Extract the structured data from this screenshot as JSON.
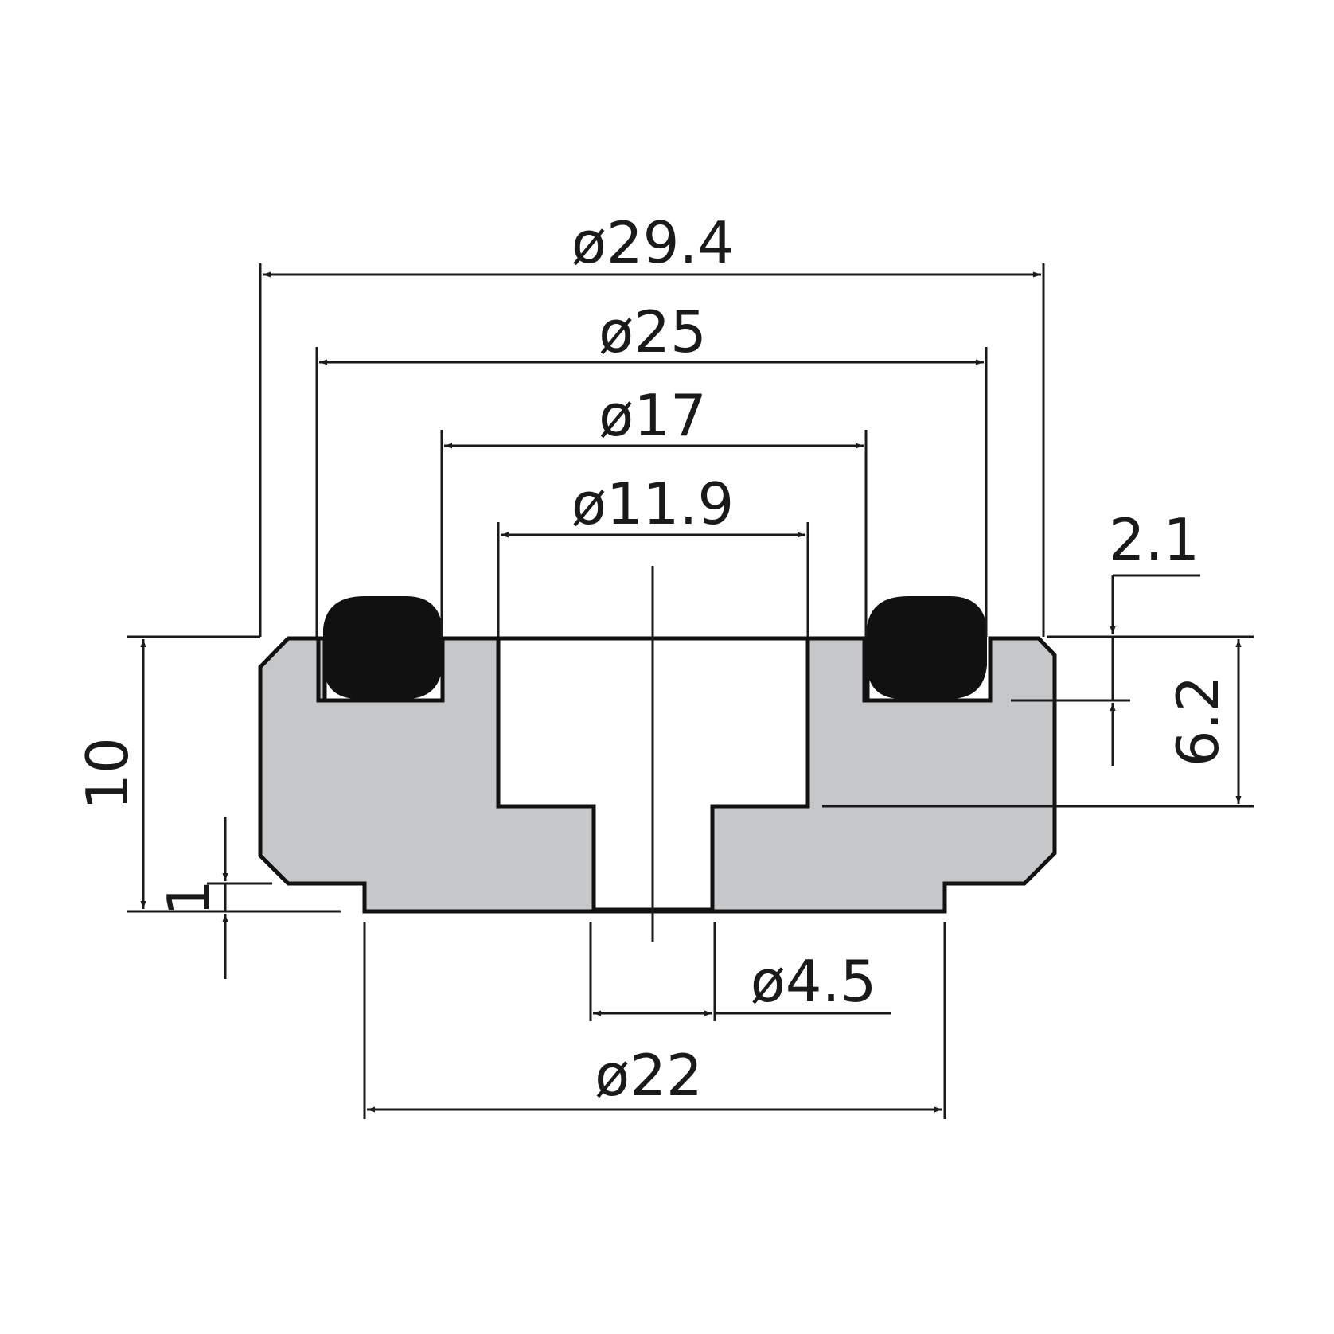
{
  "colors": {
    "body_fill": "#c6c7c9",
    "oring_fill": "#111111",
    "line": "#1a1a1a",
    "background": "#ffffff"
  },
  "dimensions": {
    "outer_diameter": "ø29.4",
    "seal_outer_diameter": "ø25",
    "seal_inner_diameter": "ø17",
    "bore_diameter": "ø11.9",
    "hole_diameter": "ø4.5",
    "base_diameter": "ø22",
    "total_height": "10",
    "base_step_height": "1",
    "groove_depth": "2.1",
    "bore_depth": "6.2"
  }
}
